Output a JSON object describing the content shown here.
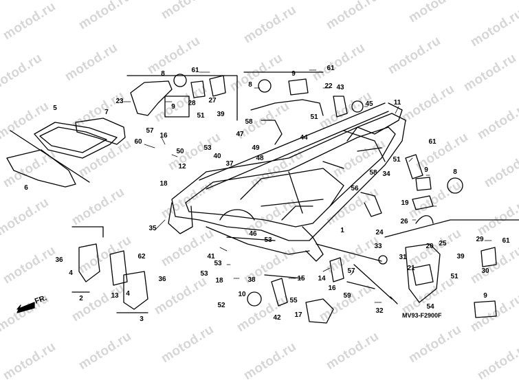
{
  "watermark": "motod.ru",
  "diagram_code": "MV93-F2900F",
  "front_label": "FR.",
  "callouts": [
    "1",
    "2",
    "3",
    "4",
    "5",
    "6",
    "7",
    "8",
    "9",
    "10",
    "11",
    "12",
    "13",
    "14",
    "15",
    "16",
    "17",
    "18",
    "19",
    "20",
    "21",
    "22",
    "23",
    "24",
    "25",
    "26",
    "27",
    "28",
    "29",
    "30",
    "31",
    "32",
    "33",
    "34",
    "35",
    "36",
    "37",
    "38",
    "39",
    "40",
    "41",
    "42",
    "43",
    "44",
    "45",
    "46",
    "47",
    "48",
    "49",
    "50",
    "51",
    "52",
    "53",
    "54",
    "55",
    "56",
    "57",
    "58",
    "59",
    "60",
    "61",
    "62"
  ],
  "colors": {
    "line": "#000000",
    "watermark": "#d6d6d6",
    "background": "#ffffff"
  }
}
